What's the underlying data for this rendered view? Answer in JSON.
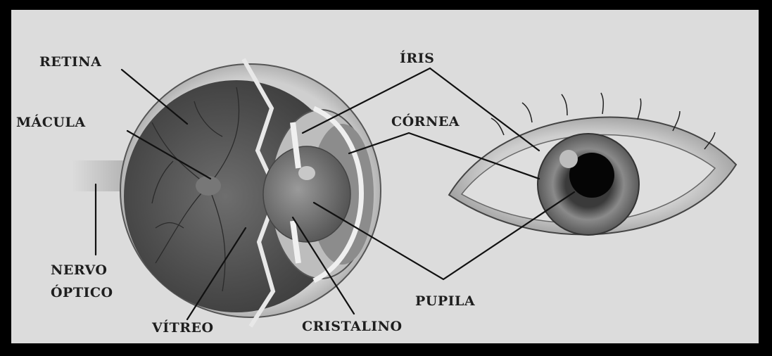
{
  "labels": {
    "retina": "RETINA",
    "macula": "MÁCULA",
    "nervo_line1": "NERVO",
    "nervo_line2": "ÓPTICO",
    "vitreo": "VÍTREO",
    "cristalino": "CRISTALINO",
    "iris": "ÍRIS",
    "cornea": "CÓRNEA",
    "pupila": "PUPILA"
  },
  "colors": {
    "frame": "#000000",
    "background": "#dcdcdc",
    "leader_lines": "#111111",
    "label_text": "#1e1e1e"
  }
}
